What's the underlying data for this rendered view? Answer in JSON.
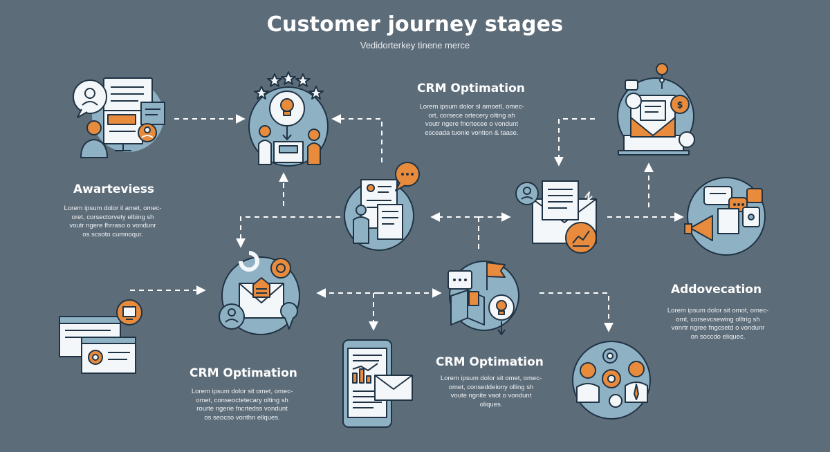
{
  "title": "Customer journey stages",
  "subtitle": "Vedidorterkey tinene merce",
  "colors": {
    "background": "#5d6c79",
    "circle": "#8fb1c4",
    "accent": "#e88b3c",
    "ink": "#1f3344",
    "paper": "#f4f7f9",
    "arrow": "#ffffff"
  },
  "stages": [
    {
      "label": "Awarteviess",
      "body": [
        "Lorem ipsum dolor il amet, omec-",
        "oret, corsectorvety elbing sh",
        "voutr ngere fhrraso o vondunr",
        "os scsoto cumnoqur."
      ]
    },
    {
      "label": "CRM Optimation",
      "body": [
        "Lorem ipsum dolor sl amoetl, omec-",
        "ort, corsece ortecery olting ah",
        "voutr ngere fncrtecee o vondunt",
        "esceada tuonie vontion & taase."
      ]
    },
    {
      "label": "CRM Optimation",
      "body": [
        "Lorem ipsum dolor sit omet, omec-",
        "omet, conseoctetecary olting sh",
        "rourte ngerie fncrtedss vondunt",
        "os seocso vonthn ellques."
      ]
    },
    {
      "label": "CRM Optimation",
      "body": [
        "Lorem ipsum dolor sit omet, omec-",
        "omet, conseddeiony olling sh",
        "voute ngnite vaot o vondunt",
        "oliques."
      ]
    },
    {
      "label": "Addovecation",
      "body": [
        "Lorem ipsum dolor sit omot, omec-",
        "omt, corsevcsewing olltrig sh",
        "vonrtr ngree fngcsetd o vondunr",
        "on soccdo eliquec."
      ]
    }
  ],
  "icons": [
    "awareness-devices-icon",
    "idea-lightbulb-icon",
    "envelope-brochure-icon",
    "contact-document-icon",
    "email-analytics-icon",
    "map-idea-icon",
    "mobile-report-icon",
    "laptop-settings-icon",
    "inbox-payment-icon",
    "feedback-megaphone-icon",
    "support-team-icon"
  ]
}
